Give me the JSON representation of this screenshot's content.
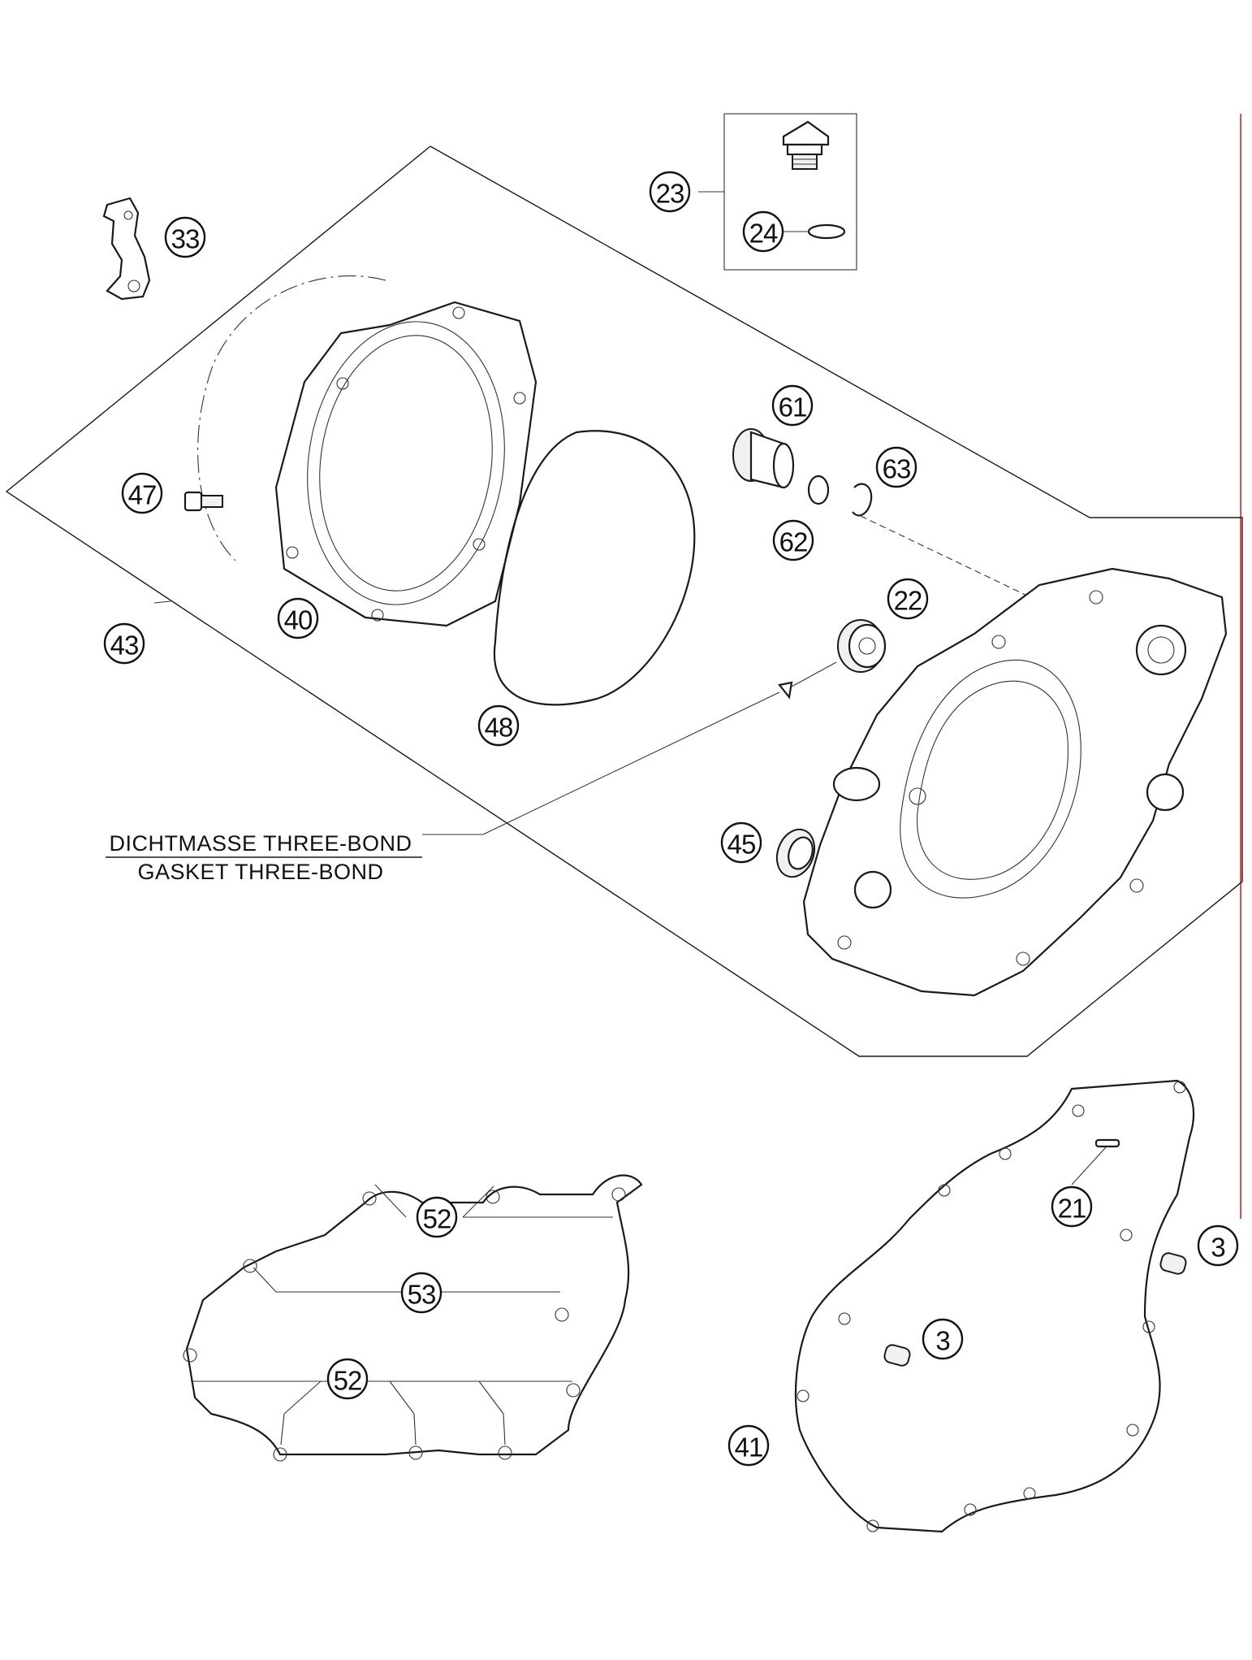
{
  "callouts": {
    "c3a": "3",
    "c3b": "3",
    "c21": "21",
    "c22": "22",
    "c23": "23",
    "c24": "24",
    "c33": "33",
    "c40": "40",
    "c41": "41",
    "c43": "43",
    "c45": "45",
    "c47": "47",
    "c48": "48",
    "c52a": "52",
    "c52b": "52",
    "c53": "53",
    "c61": "61",
    "c62": "62",
    "c63": "63"
  },
  "note": {
    "line1": "DICHTMASSE THREE-BOND",
    "line2": "GASKET THREE-BOND"
  },
  "colors": {
    "line": "#1a1a1a",
    "margin_line": "#e05050"
  }
}
